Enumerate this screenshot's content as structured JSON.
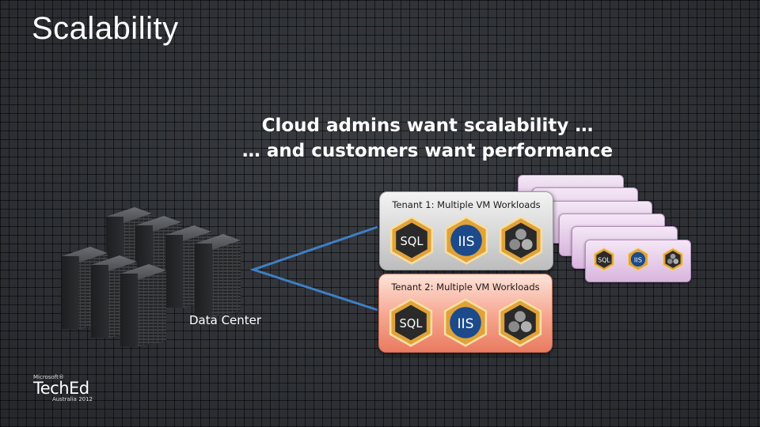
{
  "slide": {
    "title": "Scalability",
    "subtitle_line1": "Cloud admins want scalability …",
    "subtitle_line2": "… and customers want performance"
  },
  "datacenter": {
    "label": "Data Center"
  },
  "tenants": [
    {
      "label": "Tenant 1: Multiple VM Workloads",
      "icons": [
        "SQL",
        "IIS",
        "database-stack"
      ]
    },
    {
      "label": "Tenant 2: Multiple VM Workloads",
      "icons": [
        "SQL",
        "IIS",
        "database-stack"
      ]
    }
  ],
  "stack": {
    "icons": [
      "SQL",
      "IIS",
      "database-stack"
    ]
  },
  "logo": {
    "microsoft": "Microsoft®",
    "brand": "TechEd",
    "edition": "Australia 2012"
  },
  "colors": {
    "connector": "#3f7fc4",
    "tenant1": "#d4d4d4",
    "tenant2": "#f6a48d",
    "stack": "#d9b5de",
    "hex_gold": "#e0a23a"
  }
}
